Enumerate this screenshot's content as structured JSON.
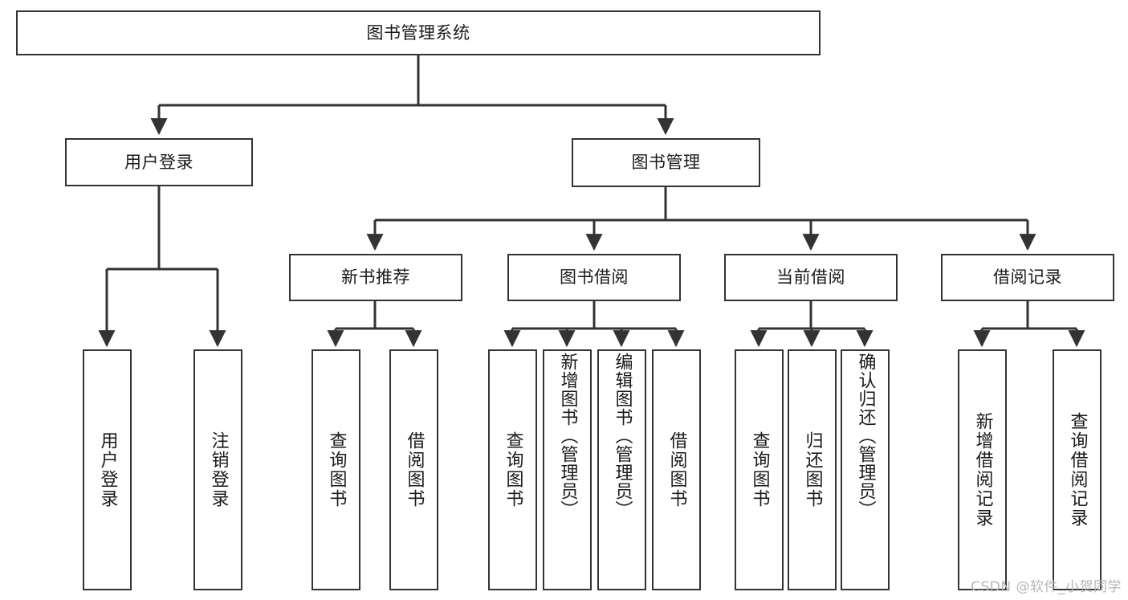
{
  "diagram": {
    "title": "图书管理系统",
    "type": "tree-hierarchy-diagram",
    "watermark": "CSDN @软件_小贺同学",
    "colors": {
      "stroke": "#333333",
      "box_fill": "#ffffff",
      "text": "#1a1a1a",
      "background": "#ffffff",
      "watermark": "#b6b6b6"
    },
    "root": {
      "label": "图书管理系统"
    },
    "level2": [
      {
        "label": "用户登录"
      },
      {
        "label": "图书管理"
      }
    ],
    "level3": [
      {
        "label": "新书推荐"
      },
      {
        "label": "图书借阅"
      },
      {
        "label": "当前借阅"
      },
      {
        "label": "借阅记录"
      }
    ],
    "leaves": {
      "user_login": [
        {
          "label": "用户登录"
        },
        {
          "label": "注销登录"
        }
      ],
      "new_book_recommend": [
        {
          "label": "查询图书"
        },
        {
          "label": "借阅图书"
        }
      ],
      "book_borrow": [
        {
          "label": "查询图书"
        },
        {
          "label": "新增图书（管理员）"
        },
        {
          "label": "编辑图书（管理员）"
        },
        {
          "label": "借阅图书"
        }
      ],
      "current_borrow": [
        {
          "label": "查询图书"
        },
        {
          "label": "归还图书"
        },
        {
          "label": "确认归还（管理员）"
        }
      ],
      "borrow_record": [
        {
          "label": "新增借阅记录"
        },
        {
          "label": "查询借阅记录"
        }
      ]
    }
  }
}
